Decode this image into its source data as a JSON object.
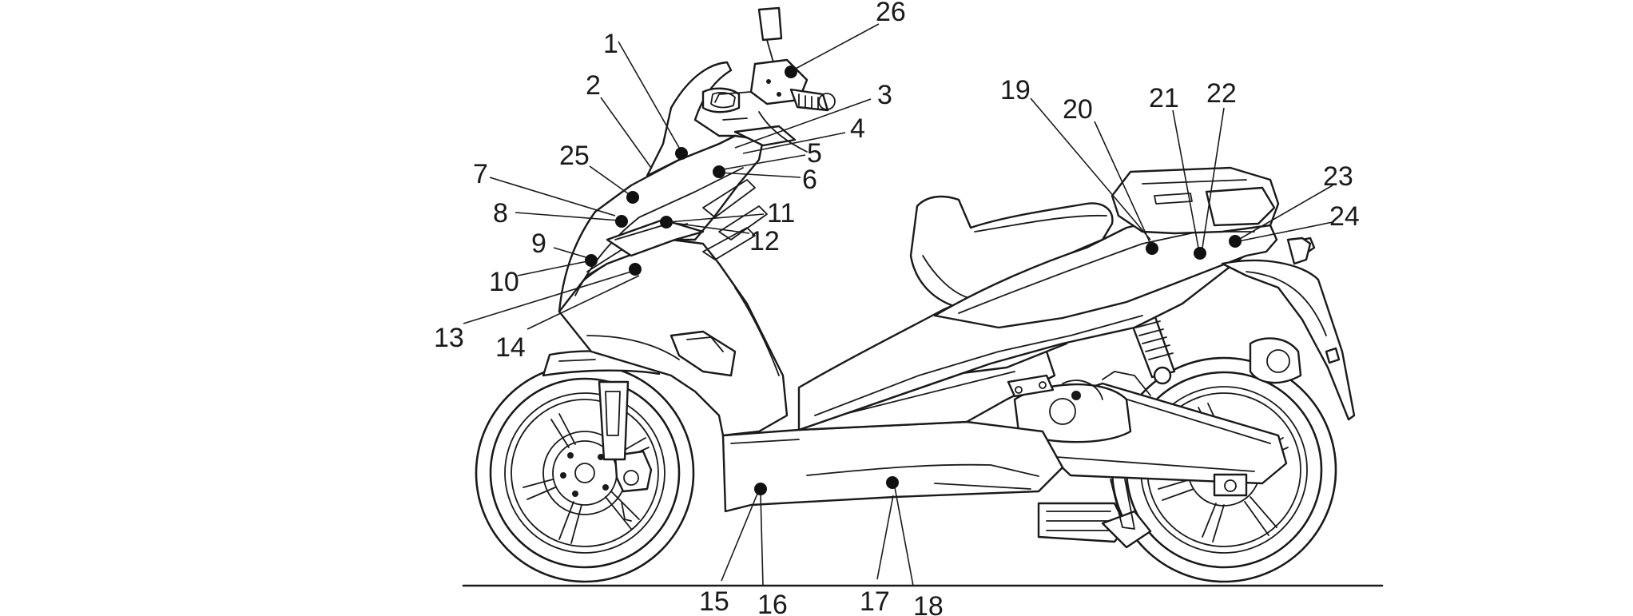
{
  "callouts": [
    {
      "id": "1",
      "label": "1"
    },
    {
      "id": "2",
      "label": "2"
    },
    {
      "id": "3",
      "label": "3"
    },
    {
      "id": "4",
      "label": "4"
    },
    {
      "id": "5",
      "label": "5"
    },
    {
      "id": "6",
      "label": "6"
    },
    {
      "id": "7",
      "label": "7"
    },
    {
      "id": "8",
      "label": "8"
    },
    {
      "id": "9",
      "label": "9"
    },
    {
      "id": "10",
      "label": "10"
    },
    {
      "id": "11",
      "label": "11"
    },
    {
      "id": "12",
      "label": "12"
    },
    {
      "id": "13",
      "label": "13"
    },
    {
      "id": "14",
      "label": "14"
    },
    {
      "id": "15",
      "label": "15"
    },
    {
      "id": "16",
      "label": "16"
    },
    {
      "id": "17",
      "label": "17"
    },
    {
      "id": "18",
      "label": "18"
    },
    {
      "id": "19",
      "label": "19"
    },
    {
      "id": "20",
      "label": "20"
    },
    {
      "id": "21",
      "label": "21"
    },
    {
      "id": "22",
      "label": "22"
    },
    {
      "id": "23",
      "label": "23"
    },
    {
      "id": "24",
      "label": "24"
    },
    {
      "id": "25",
      "label": "25"
    },
    {
      "id": "26",
      "label": "26"
    }
  ],
  "colors": {
    "line": "#1a1a1a",
    "background": "#ffffff"
  }
}
